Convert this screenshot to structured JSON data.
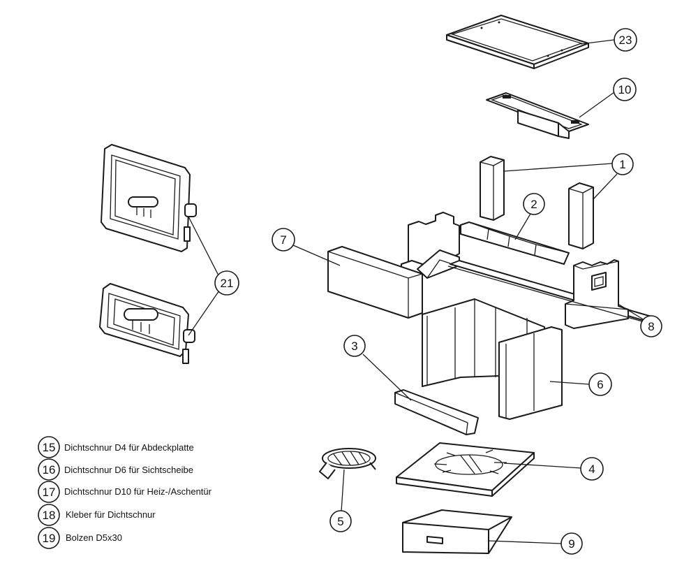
{
  "callouts": {
    "c23": "23",
    "c10": "10",
    "c1": "1",
    "c2": "2",
    "c7": "7",
    "c8": "8",
    "c21": "21",
    "c3": "3",
    "c6": "6",
    "c4": "4",
    "c5": "5",
    "c9": "9"
  },
  "legend": [
    {
      "number": "15",
      "label": "Dichtschnur D4 für Abdeckplatte"
    },
    {
      "number": "16",
      "label": "Dichtschnur D6 für Sichtscheibe"
    },
    {
      "number": "17",
      "label": "Dichtschnur D10 für Heiz-/Aschentür"
    },
    {
      "number": "18",
      "label": "Kleber für Dichtschnur"
    },
    {
      "number": "19",
      "label": "Bolzen D5x30"
    }
  ]
}
